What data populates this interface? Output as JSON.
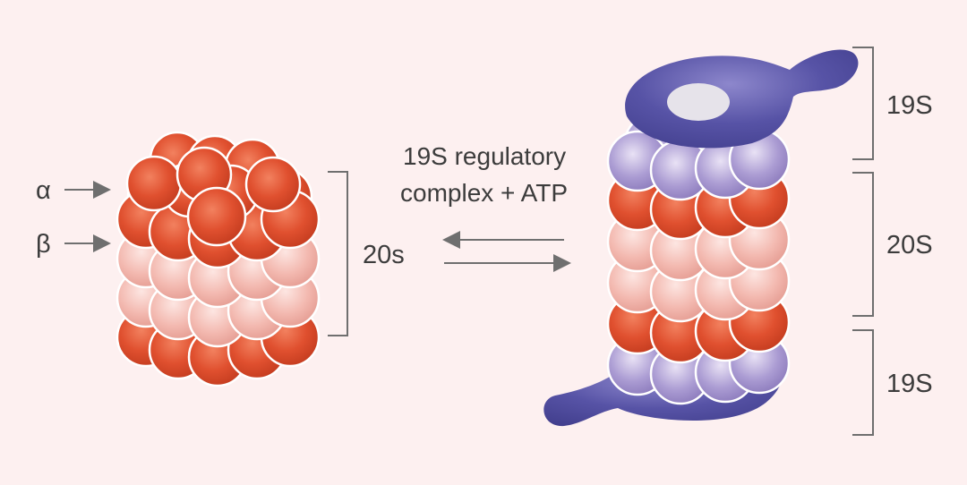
{
  "labels": {
    "alpha": "α",
    "beta": "β",
    "left_bracket": "20s",
    "reaction_line1": "19S regulatory",
    "reaction_line2": "complex + ATP",
    "top_cap": "19S",
    "core": "20S",
    "bottom_cap": "19S"
  },
  "colors": {
    "background": "#fdf0f0",
    "alpha_subunit": "#e0502f",
    "beta_subunit": "#f2b5ad",
    "regulatory_cap": "#4c4a9a",
    "regulatory_subunit": "#a99ad0",
    "outline": "#ffffff",
    "text": "#3c3c3c"
  }
}
